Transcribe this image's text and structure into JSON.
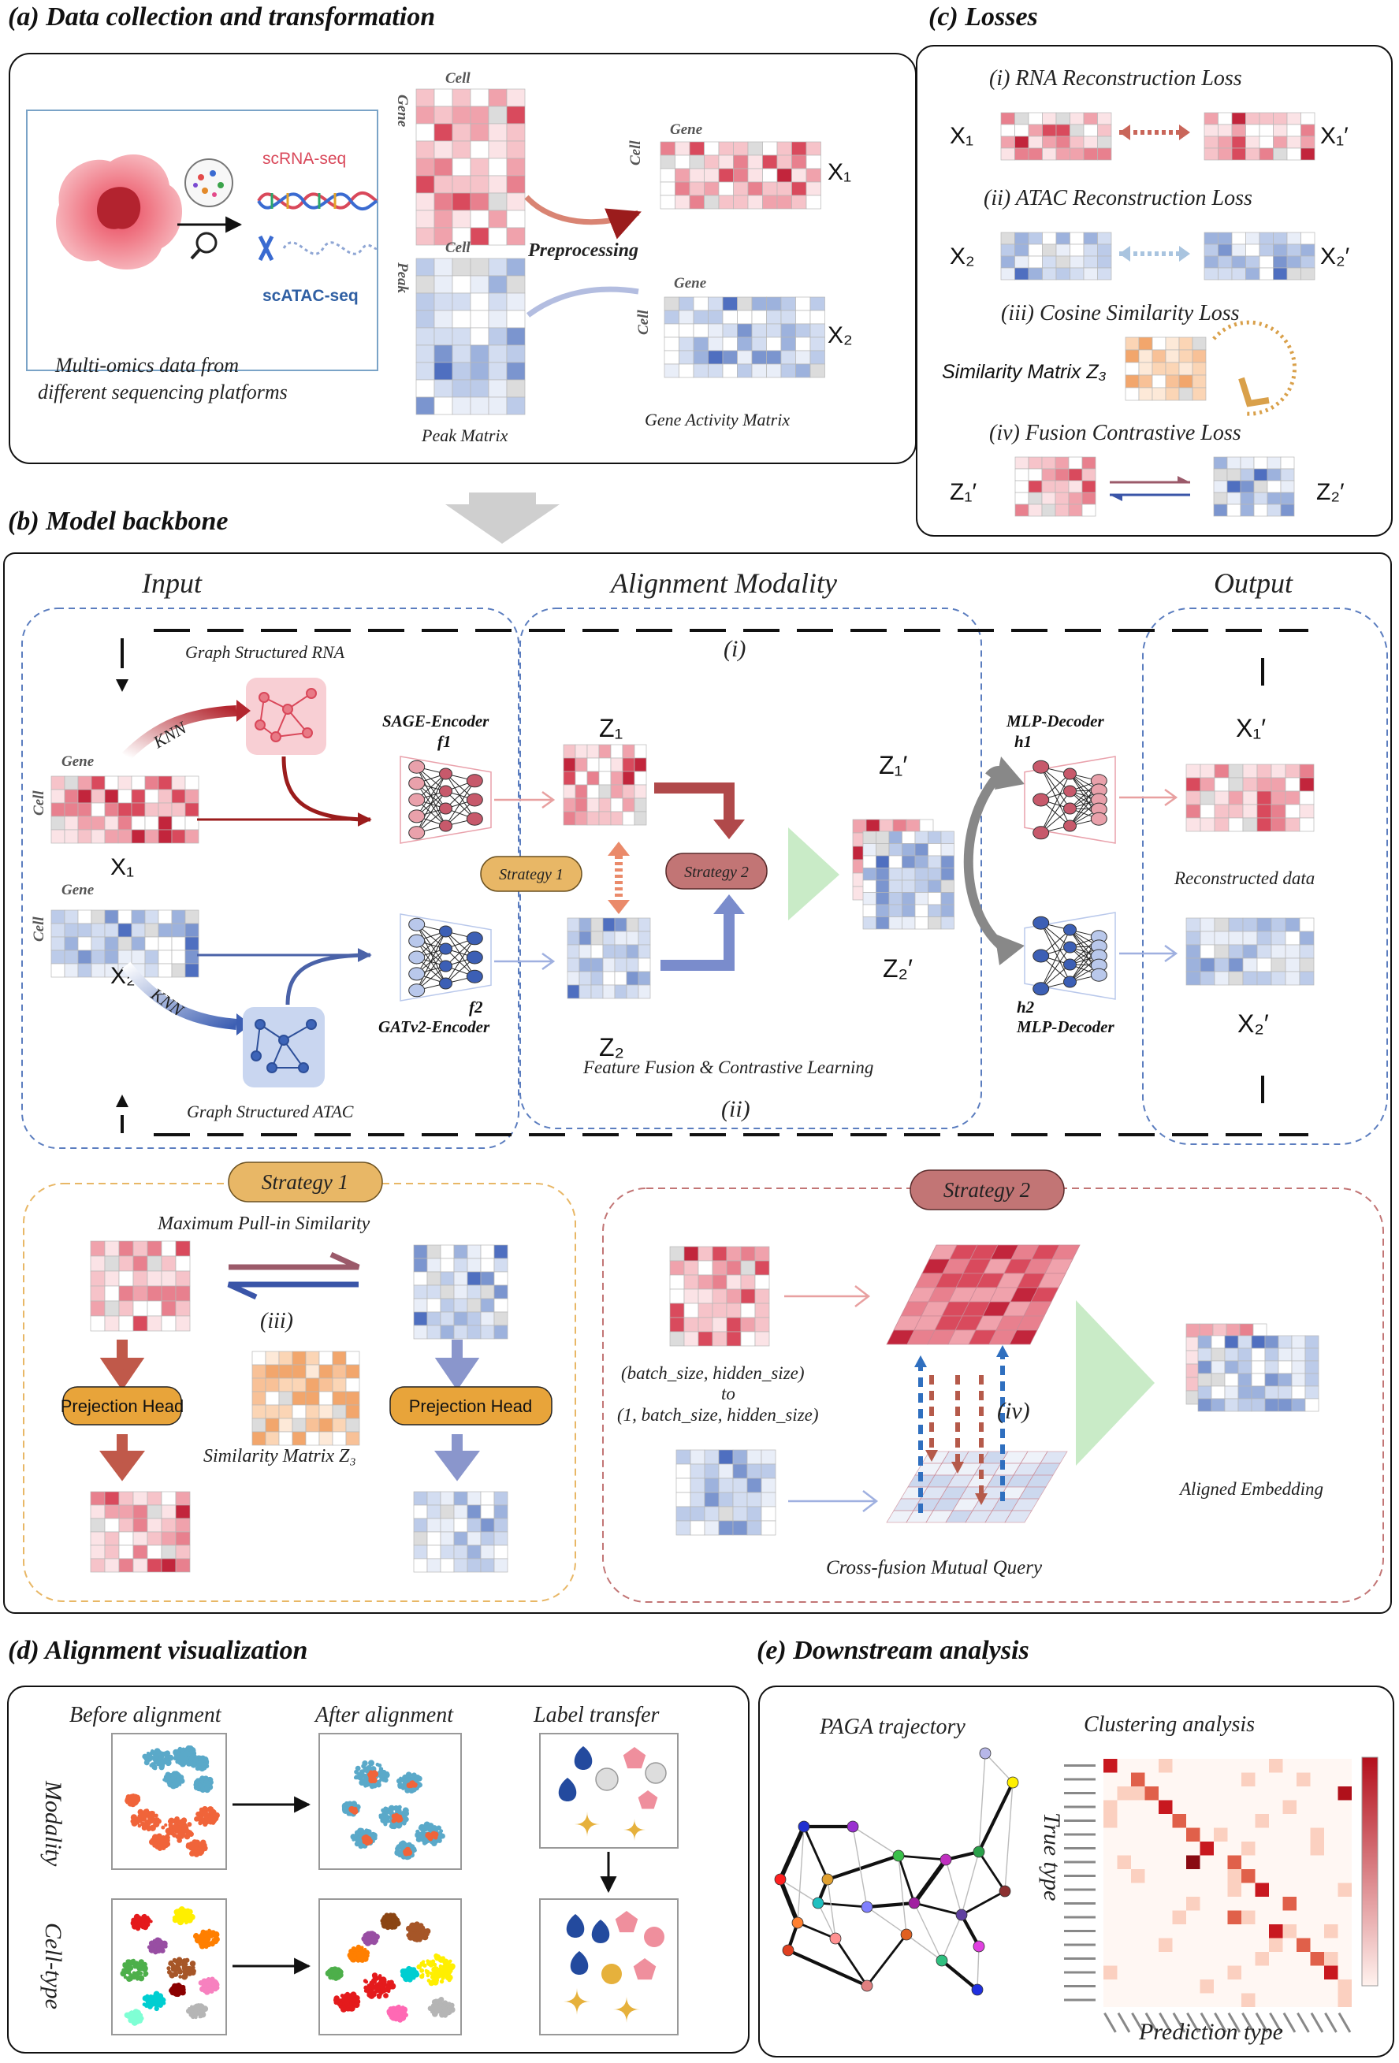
{
  "panel_a": {
    "title": "(a)  Data collection and transformation",
    "scrna": "scRNA-seq",
    "scatac": "scATAC-seq",
    "desc_line1": "Multi-omics data from",
    "desc_line2": "different  sequencing platforms",
    "cell": "Cell",
    "gene": "Gene",
    "peak": "Peak",
    "preprocessing": "Preprocessing",
    "x1": "X₁",
    "x2": "X₂",
    "peak_matrix": "Peak Matrix",
    "gene_activity_matrix": "Gene Activity Matrix"
  },
  "panel_c": {
    "title": "(c)  Losses",
    "loss1": "(i) RNA Reconstruction Loss",
    "loss2": "(ii) ATAC Reconstruction Loss",
    "loss3": "(iii) Cosine Similarity Loss",
    "loss4": "(iv) Fusion Contrastive Loss",
    "x1": "X₁",
    "x1p": "X₁′",
    "x2": "X₂",
    "x2p": "X₂′",
    "sim": "Similarity Matrix Z₃",
    "z1p": "Z₁′",
    "z2p": "Z₂′"
  },
  "panel_b": {
    "title": "(b)  Model backbone",
    "input": "Input",
    "alignment": "Alignment Modality",
    "output": "Output",
    "graph_rna": "Graph Structured RNA",
    "graph_atac": "Graph Structured ATAC",
    "knn": "KNN",
    "gene": "Gene",
    "cell": "Cell",
    "x1": "X₁",
    "x2": "X₂",
    "sage": "SAGE-Encoder",
    "f1": "f1",
    "f2": "f2",
    "gat": "GATv2-Encoder",
    "z1": "Z₁",
    "z2": "Z₂",
    "z1p": "Z₁′",
    "z2p": "Z₂′",
    "roman1": "(i)",
    "roman2": "(ii)",
    "strategy1": "Strategy 1",
    "strategy2": "Strategy 2",
    "fusion": "Feature Fusion & Contrastive Learning",
    "mlp1": "MLP-Decoder",
    "h1": "h1",
    "h2": "h2",
    "mlp2": "MLP-Decoder",
    "x1p": "X₁′",
    "x2p": "X₂′",
    "recon": "Reconstructed data",
    "s1_title": "Strategy 1",
    "max_pull": "Maximum Pull-in Similarity",
    "roman3": "(iii)",
    "proj1": "Prejection Head",
    "proj2": "Prejection Head",
    "sim": "Similarity Matrix Z₃",
    "s2_title": "Strategy 2",
    "shape1": "(batch_size, hidden_size)",
    "shape_to": "to",
    "shape2": "(1, batch_size, hidden_size)",
    "roman4": "(iv)",
    "cross": "Cross-fusion Mutual Query",
    "aligned": "Aligned Embedding"
  },
  "panel_d": {
    "title": "(d)  Alignment visualization",
    "before": "Before alignment",
    "after": "After alignment",
    "label_transfer": "Label transfer",
    "modality": "Modality",
    "celltype": "Cell-type"
  },
  "panel_e": {
    "title": "(e)  Downstream analysis",
    "paga": "PAGA trajectory",
    "clustering": "Clustering analysis",
    "true_type": "True type",
    "pred_type": "Prediction type"
  },
  "colors": {
    "rna": "#e58a9a",
    "atac": "#7f9fd4",
    "sim": "#f2b27c",
    "strategy1": "#e8b766",
    "strategy2": "#c27575",
    "fusion_green": "#9fdca0"
  }
}
